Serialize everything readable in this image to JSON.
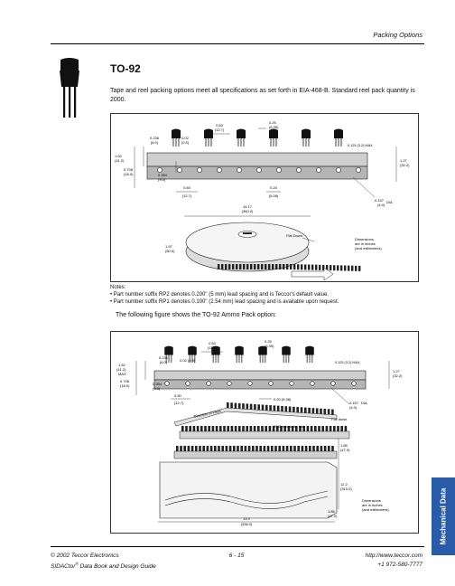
{
  "header": {
    "section": "Packing Options"
  },
  "title": "TO-92",
  "intro": "Tape and reel packing options meet all specifications as set forth in EIA-468-B. Standard reel pack quantity is 2000.",
  "figure1": {
    "dims": {
      "d1": "0.50",
      "d1m": "(12.7)",
      "d2": "0.25",
      "d2m": "(6.35)",
      "d3": "0.236",
      "d3m": "(6.0)",
      "d4": "0.02",
      "d4m": "(0.5)",
      "d5": "0.125 (3.2) MAX",
      "d6": "1.62",
      "d6m": "(41.2)",
      "d7": "0.708",
      "d7m": "(18.0)",
      "d8": "0.354",
      "d8m": "(9.0)",
      "d9": "1.27",
      "d9m": "(32.2)",
      "d10": "0.50",
      "d10m": "(12.7)",
      "d11": "0.20",
      "d11m": "(5.08)",
      "d12": "0.157",
      "d12s": "DIA",
      "d12m": "(4.0)",
      "d13": "14.17",
      "d13m": "(360.0)",
      "d14": "1.97",
      "d14m": "(50.0)",
      "flat": "Flat Down",
      "note1": "Dimensions",
      "note2": "are in inches",
      "note3": "(and millimeters)."
    }
  },
  "notes": {
    "heading": "Notes:",
    "items": [
      "Part number suffix RP2 denotes 0.200\" (5 mm) lead spacing and is Teccor's default value.",
      "Part number suffix RP1 denotes 0.100\" (2.54 mm) lead spacing and is available upon request."
    ]
  },
  "ammo_intro": "The following figure shows the TO-92 Ammo Pack option:",
  "figure2": {
    "dims": {
      "d1": "0.50",
      "d1m": "(12.7)",
      "d2": "0.25",
      "d2m": "(6.35)",
      "d3": "0.236",
      "d3m": "(6.0)",
      "d4": "0.02 (0.5)",
      "d5": "0.125 (3.2) MAX",
      "d6": "1.62",
      "d6m": "(41.2)",
      "d6x": "MAX",
      "d7": "0.708",
      "d7m": "(18.0)",
      "d8": "0.354",
      "d8m": "(9.0)",
      "d9": "1.27",
      "d9m": "(32.2)",
      "d10": "0.50",
      "d10m": "(12.7)",
      "d11": "0.20 (5.08)",
      "d12": "0.157",
      "d12s": "DIA",
      "d12m": "(4.0)",
      "feed": "Direction of Feed",
      "flat": "Flat down",
      "fold": "25 Devices per fold",
      "d13": "1.85",
      "d13m": "(47.0)",
      "d14": "12.2",
      "d14m": "(310.0)",
      "d15": "1.85",
      "d15m": "(47.0)",
      "d16": "13.3",
      "d16m": "(338.0)",
      "note1": "Dimensions",
      "note2": "are in inches",
      "note3": "(and millimeters)."
    }
  },
  "footer": {
    "copyright": "© 2002 Teccor Electronics",
    "book_pre": "SIDACtor",
    "book_reg": "®",
    "book_post": " Data Book and Design Guide",
    "page": "6 - 15",
    "url": "http://www.teccor.com",
    "phone": "+1 972-580-7777"
  },
  "side_tab": "Mechanical Data"
}
